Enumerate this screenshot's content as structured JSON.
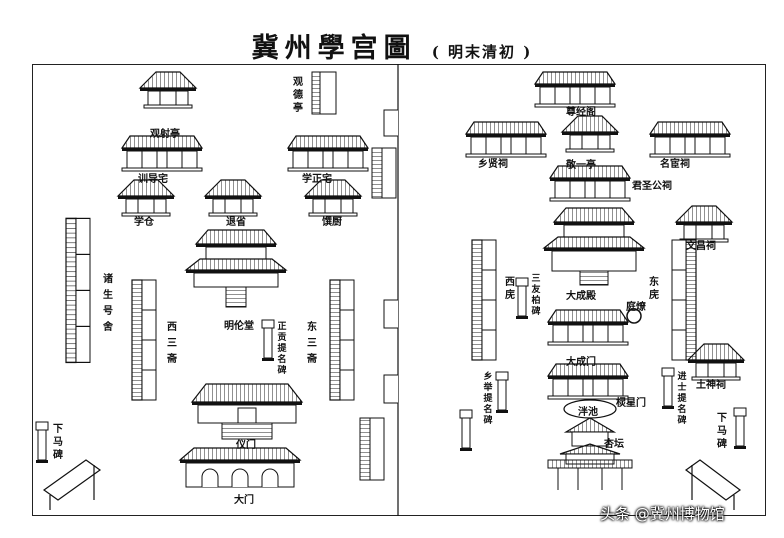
{
  "title": "冀州學宫圖",
  "subtitle": "( 明末清初 )",
  "watermark": "头条 @冀州博物馆",
  "labels": {
    "guanshe": "观射亭",
    "guande": "观德亭",
    "xundao": "训导宅",
    "xuezheng": "学正宅",
    "xuecang": "学仓",
    "tuisheng": "退省",
    "zhuanchu": "馔厨",
    "zhusheng": "诸生号舍",
    "xisanzhai": "西三斋",
    "dongsanzhai": "东三斋",
    "minglun": "明伦堂",
    "zhenggong": "正贡提名碑",
    "yimen": "仪门",
    "damen": "大门",
    "xiamabei_l": "下马碑",
    "zunjing": "尊经阁",
    "xiangxian": "乡贤祠",
    "jingyi": "敬一亭",
    "minghuan": "名宦祠",
    "junsheng": "君圣公祠",
    "wenchang": "文昌祠",
    "xiwu": "西庑",
    "sanyoubai": "三友柏碑",
    "dacheng": "大成殿",
    "tingliao": "庭燎",
    "dongwu": "东庑",
    "dachengmen": "大成门",
    "xiangju": "乡举提名碑",
    "jinshi": "进士提名碑",
    "tushen": "土神祠",
    "lingxing": "棂星门",
    "panchi": "泮池",
    "xingtan": "杏坛",
    "xiamabei_r": "下马碑"
  }
}
